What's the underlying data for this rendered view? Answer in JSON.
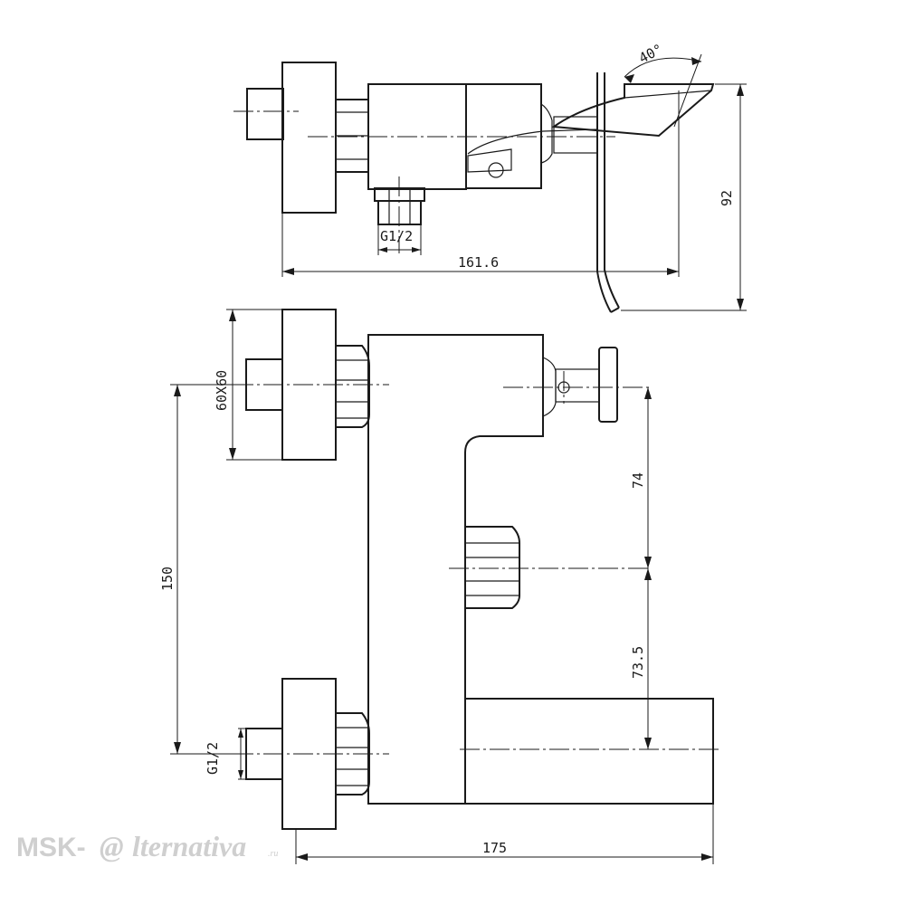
{
  "dimensions": {
    "angle": "40°",
    "height_top": "92",
    "width_top": "161.6",
    "thread_top": "G1/2",
    "flange": "60X60",
    "spacing": "150",
    "spout_offset_a": "74",
    "spout_offset_b": "73.5",
    "thread_bottom": "G1/2",
    "width_bottom": "175"
  },
  "watermark": {
    "prefix": "MSK-",
    "mark": "@",
    "brand": "lternativa",
    "suffix": ".ru"
  }
}
